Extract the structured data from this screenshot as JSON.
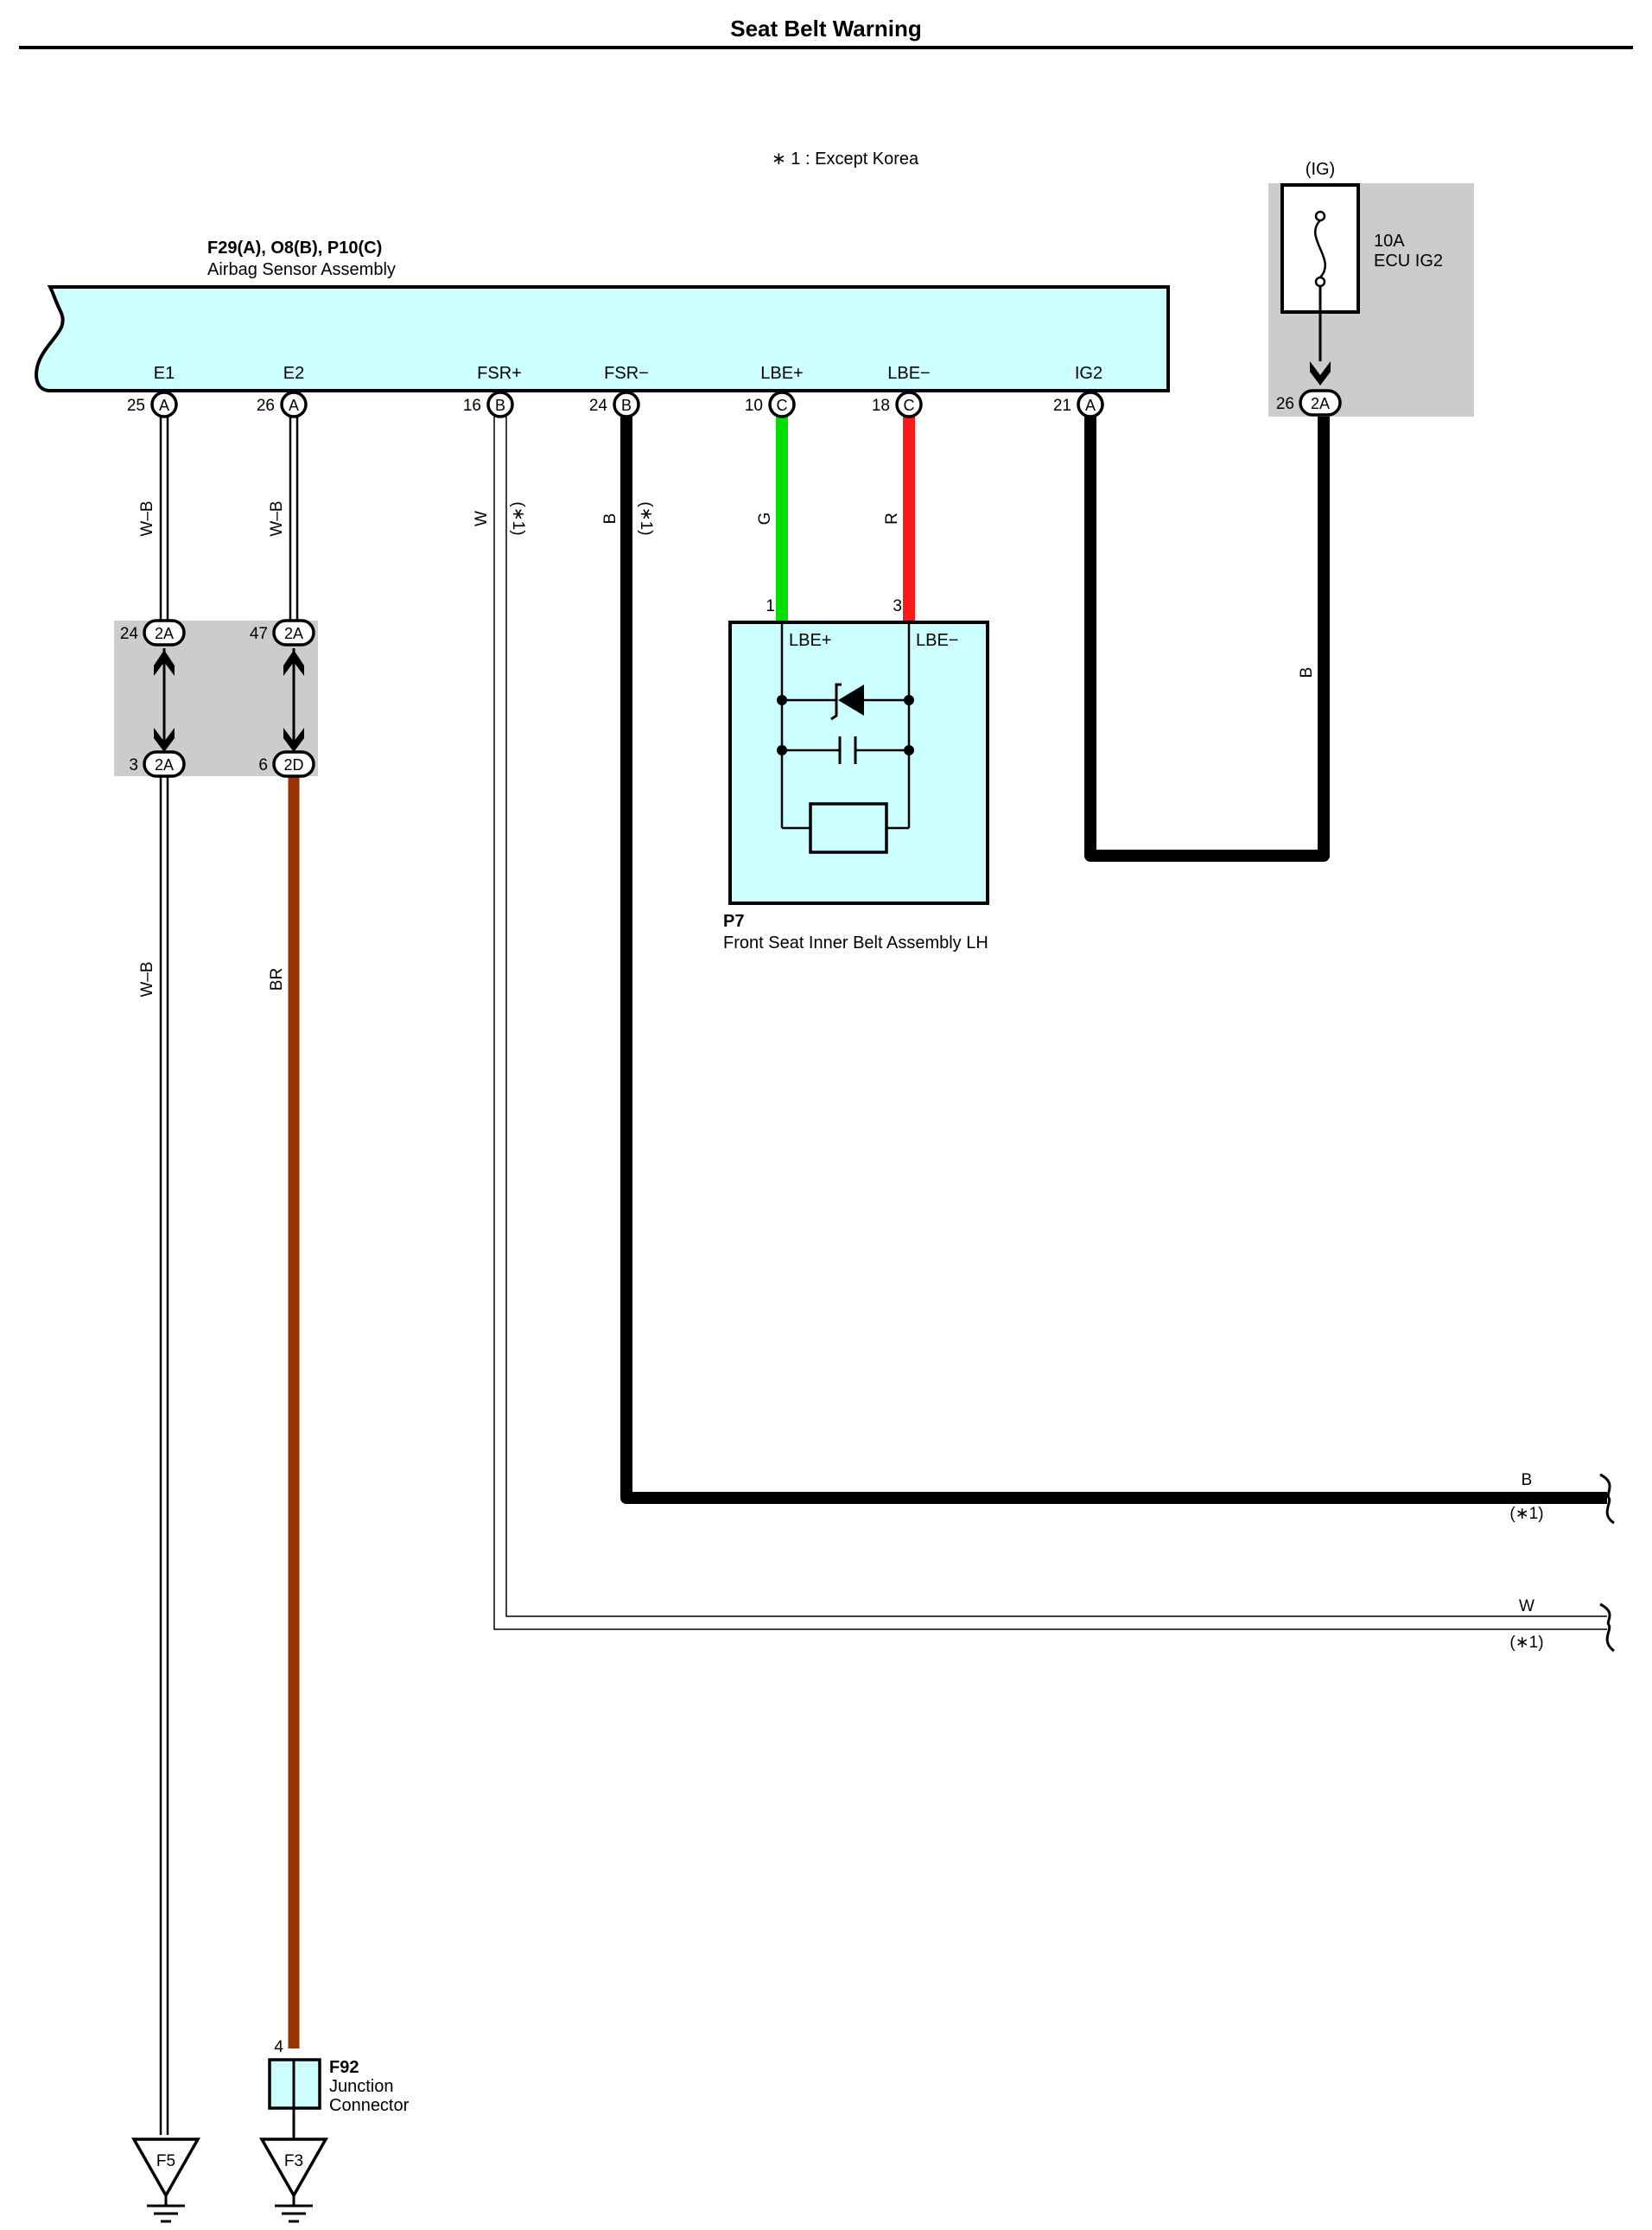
{
  "title": "Seat Belt Warning",
  "note": "∗ 1 : Except Korea",
  "airbag": {
    "code": "F29(A), O8(B), P10(C)",
    "name": "Airbag Sensor Assembly",
    "terminals": [
      {
        "label": "E1",
        "pin": "25",
        "conn": "A"
      },
      {
        "label": "E2",
        "pin": "26",
        "conn": "A"
      },
      {
        "label": "FSR+",
        "pin": "16",
        "conn": "B"
      },
      {
        "label": "FSR−",
        "pin": "24",
        "conn": "B"
      },
      {
        "label": "LBE+",
        "pin": "10",
        "conn": "C"
      },
      {
        "label": "LBE−",
        "pin": "18",
        "conn": "C"
      },
      {
        "label": "IG2",
        "pin": "21",
        "conn": "A"
      }
    ]
  },
  "fuse": {
    "group": "(IG)",
    "rating": "10A",
    "name": "ECU IG2",
    "pin": "26",
    "conn": "2A"
  },
  "junction_block": {
    "top": [
      {
        "pin": "24",
        "conn": "2A"
      },
      {
        "pin": "47",
        "conn": "2A"
      }
    ],
    "bottom": [
      {
        "pin": "3",
        "conn": "2A"
      },
      {
        "pin": "6",
        "conn": "2D"
      }
    ]
  },
  "belt": {
    "code": "P7",
    "name": "Front Seat Inner Belt Assembly LH",
    "pin_plus": "1",
    "pin_minus": "3",
    "label_plus": "LBE+",
    "label_minus": "LBE−"
  },
  "junction_connector": {
    "code": "F92",
    "name_line1": "Junction",
    "name_line2": "Connector",
    "pin": "4"
  },
  "grounds": [
    "F5",
    "F3"
  ],
  "wires": {
    "e1_upper": "W–B",
    "e2_upper": "W–B",
    "e1_lower": "W–B",
    "e2_lower": "BR",
    "fsr_plus": "W",
    "fsr_plus_note": "(∗1)",
    "fsr_minus": "B",
    "fsr_minus_note": "(∗1)",
    "lbe_plus": "G",
    "lbe_minus": "R",
    "ig2": "B",
    "out_b": "B",
    "out_b_note": "(∗1)",
    "out_w": "W",
    "out_w_note": "(∗1)"
  },
  "colors": {
    "component_fill": "#ccffff",
    "block_fill": "#cccccc",
    "wire_green": "#00e000",
    "wire_red": "#ff1a1a",
    "wire_brown": "#993300",
    "wire_black": "#000000"
  }
}
